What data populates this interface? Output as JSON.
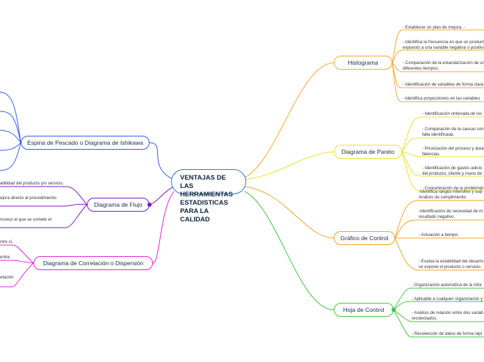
{
  "central": {
    "line1": "VENTAJAS DE LAS HERRAMIENTAS",
    "line2": "ESTADISTICAS PARA LA CALIDAD"
  },
  "colors": {
    "histograma": "#f5a623",
    "pareto": "#e8e02a",
    "control": "#f0a020",
    "hoja": "#3cc43c",
    "ishikawa": "#2f56e0",
    "flujo": "#7a12c9",
    "correlacion": "#e020d0",
    "central": "#2a6fd6"
  },
  "branches": {
    "histograma": {
      "label": "Histograma",
      "items": [
        "- Establecer un plan de mejora. -",
        "- Identifica la frecuencia en que un producto",
        "expuesto a una variable negativa o positiva",
        "- Comparación de la estandarización de un",
        "diferentes tiempos.",
        "- Identificación de variables de forma clara",
        "- Identifica proyecciones en las variables"
      ]
    },
    "pareto": {
      "label": "Diagrama de Pareto",
      "items": [
        "- Identificación ordenada de los",
        "- Comparación de la causas con",
        "falla identificada.",
        "- Priorización del proceso y áreas",
        "falencias.",
        "- Identificación de gastos adicio",
        "del producto, cliente y mano de",
        "- Concentración de la problemát"
      ]
    },
    "control": {
      "label": "Gráfico de Control",
      "items": [
        "-Identifica rangos inferiores y sup",
        "Análisis de cumplimiento.",
        "-Identificación de necesidad de m",
        "resultado negativo.",
        "- Actuación a tiempo.",
        "- Evalúa la estabilidad del desarro",
        "se expone el producto o servicio."
      ]
    },
    "hoja": {
      "label": "Hoja de Control",
      "items": [
        "- Organización automática de la infor",
        "- Aplicable a cualquier organización y",
        "- Análisis de relación entre dos variab",
        "recolectados.",
        "- Recolección de datos de forma rápi"
      ]
    },
    "ishikawa": {
      "label": "Espina de Pescado o Diagrama de Ishikawa"
    },
    "flujo": {
      "label": "Diagrama de Flujo",
      "items": [
        "abilidad del producto y/o servicio.",
        "ejora directo al procedimiento",
        "roceso al que se somete el"
      ]
    },
    "correlacion": {
      "label": "Diagrama de Correlación o Dispersión",
      "items": [
        "ntre sí.",
        "entre",
        "elación"
      ]
    }
  }
}
